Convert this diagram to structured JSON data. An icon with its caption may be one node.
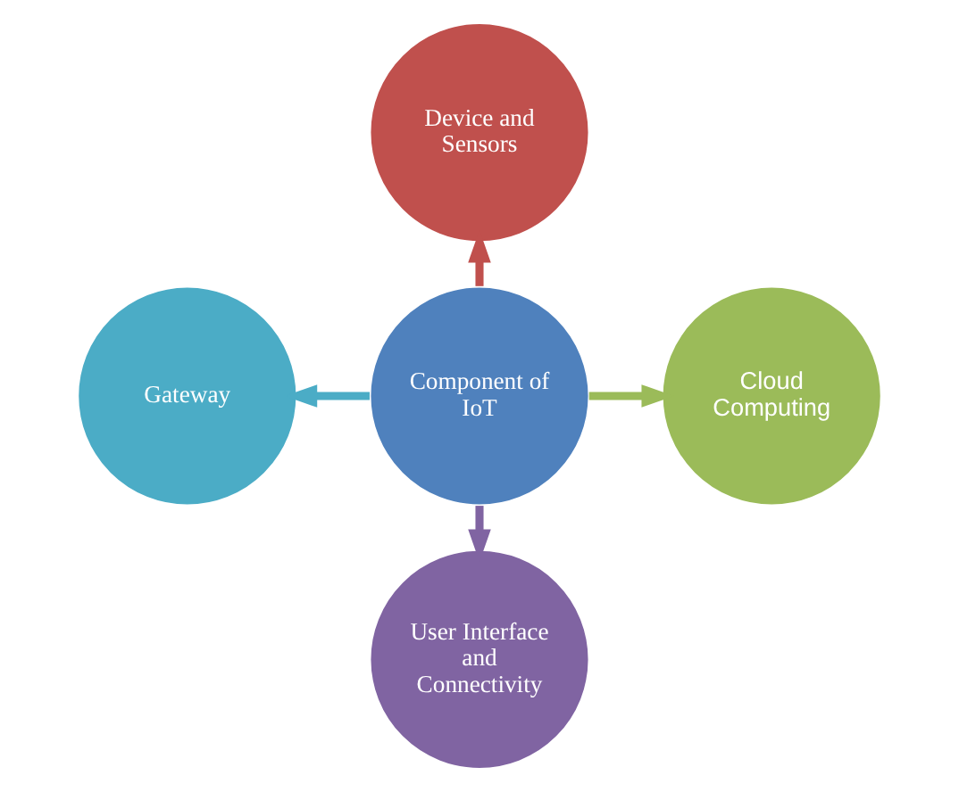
{
  "diagram": {
    "nodes": [
      {
        "text": [
          "Component of IoT"
        ]
      },
      {
        "text": [
          "Device and Sensors"
        ]
      },
      {
        "text": [
          "Gateway"
        ]
      },
      {
        "text": [
          "Cloud Computing"
        ]
      },
      {
        "text": [
          "User Interface and Connectivity"
        ]
      }
    ],
    "edges": [
      {
        "from": 0,
        "to": 1,
        "arrow": "to",
        "color": "#c0504d"
      },
      {
        "from": 0,
        "to": 2,
        "arrow": "to",
        "color": "#4bacc6"
      },
      {
        "from": 0,
        "to": 3,
        "arrow": "to",
        "color": "#9bbb59"
      },
      {
        "from": 0,
        "to": 4,
        "arrow": "to",
        "color": "#8064a2"
      }
    ]
  }
}
